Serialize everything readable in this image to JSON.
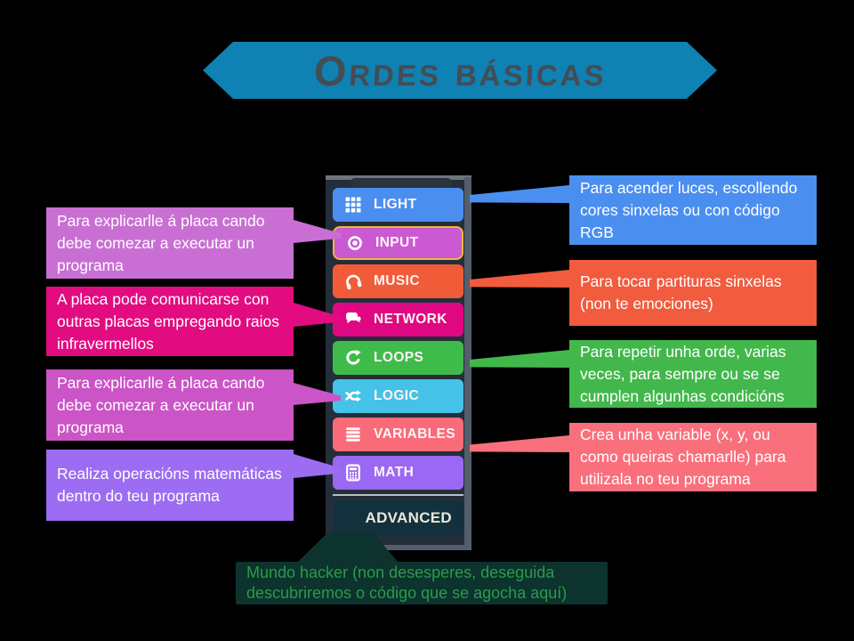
{
  "banner": {
    "title": "Ordes básicas",
    "bg": "#0f81b2",
    "text_color": "#454c54"
  },
  "menu": {
    "panel_bg": "#242e3a",
    "frame_color": "#545e6a",
    "items": [
      {
        "label": "LIGHT",
        "color": "#4a8ff0",
        "icon": "grid-icon"
      },
      {
        "label": "INPUT",
        "color": "#cb5ad2",
        "icon": "target-icon",
        "border_color": "#f0b63a",
        "selected": true
      },
      {
        "label": "MUSIC",
        "color": "#f25b38",
        "icon": "headphones-icon"
      },
      {
        "label": "NETWORK",
        "color": "#e00882",
        "icon": "chat-bubbles-icon"
      },
      {
        "label": "LOOPS",
        "color": "#3fbb4a",
        "icon": "loop-arrow-icon"
      },
      {
        "label": "LOGIC",
        "color": "#46c1e7",
        "icon": "shuffle-icon"
      },
      {
        "label": "VARIABLES",
        "color": "#f96b78",
        "icon": "list-icon"
      },
      {
        "label": "MATH",
        "color": "#9a68f2",
        "icon": "calculator-icon"
      }
    ],
    "advanced": {
      "label": "ADVANCED",
      "color": "#12313c",
      "text_color": "#ece7d9"
    }
  },
  "callouts": {
    "left": [
      {
        "text": "Para explicarlle á placa cando debe comezar a executar un programa",
        "color": "#c96fd3",
        "target": "INPUT"
      },
      {
        "text": "A placa pode comunicarse con outras placas empregando raios infravermellos",
        "color": "#e20b80",
        "target": "NETWORK"
      },
      {
        "text": "Para explicarlle á placa cando debe comezar a executar un programa",
        "color": "#cb54c6",
        "target": "LOGIC"
      },
      {
        "text": "Realiza operacións matemáticas dentro do teu programa",
        "color": "#9c6cf2",
        "target": "MATH"
      }
    ],
    "right": [
      {
        "text": "Para acender luces, escollendo cores sinxelas ou con código RGB",
        "color": "#4a8ff0",
        "target": "LIGHT"
      },
      {
        "text": "Para tocar partituras sinxelas (non te emociones)",
        "color": "#f15b3e",
        "target": "MUSIC"
      },
      {
        "text": "Para repetir unha orde, varias veces, para sempre ou se se cumplen algunhas condicións",
        "color": "#42b84c",
        "target": "LOOPS"
      },
      {
        "text": "Crea unha variable (x, y, ou como queiras chamarlle) para utilizala no teu programa",
        "color": "#f96f7c",
        "target": "VARIABLES"
      }
    ],
    "bottom": {
      "text": "Mundo hacker (non desesperes, deseguida descubriremos o código que se agocha aquí)",
      "bg": "#0c332e",
      "text_color": "#2a9c46",
      "target": "ADVANCED"
    }
  }
}
